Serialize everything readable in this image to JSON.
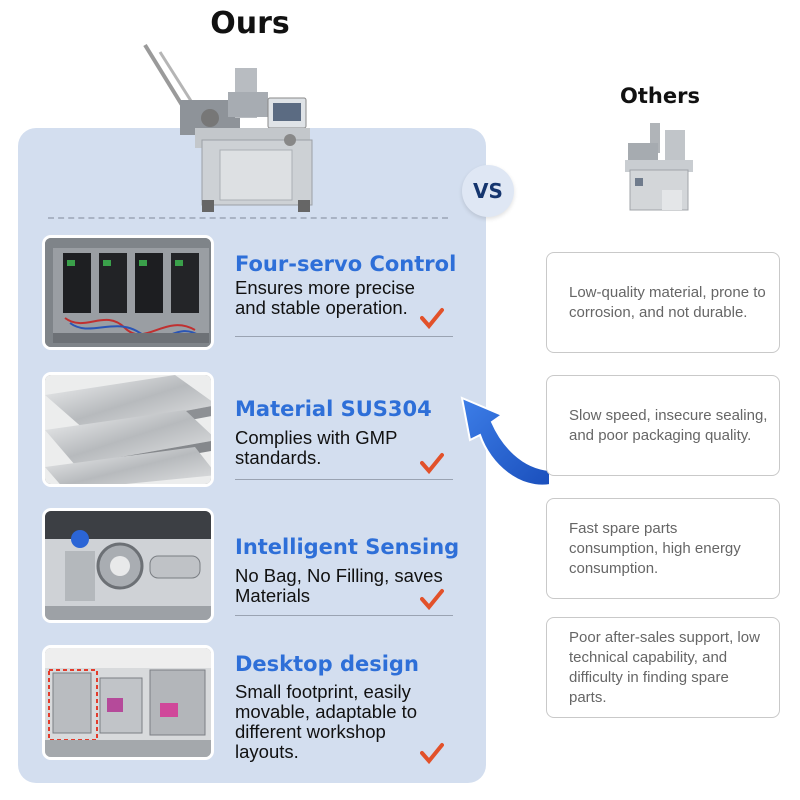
{
  "header": {
    "ours": "Ours",
    "others": "Others",
    "vs": "VS"
  },
  "features": [
    {
      "title": "Four-servo Control",
      "desc": "Ensures more precise and stable operation."
    },
    {
      "title": "Material SUS304",
      "desc": "Complies with GMP standards."
    },
    {
      "title": "Intelligent Sensing",
      "desc": "No Bag, No Filling, saves Materials"
    },
    {
      "title": "Desktop design",
      "desc": "Small footprint, easily movable, adaptable to different workshop layouts."
    }
  ],
  "drawbacks": [
    "Low-quality material, prone to corrosion, and not durable.",
    "Slow speed, insecure sealing, and poor packaging quality.",
    "Fast spare parts consumption, high energy consumption.",
    "Poor after-sales support, low technical capability, and difficulty in finding spare parts."
  ],
  "colors": {
    "panel": "#d3deef",
    "accent": "#2e6fd8",
    "check": "#e2512a",
    "arrow": "#1f5fd0",
    "vs_text": "#15356e"
  }
}
